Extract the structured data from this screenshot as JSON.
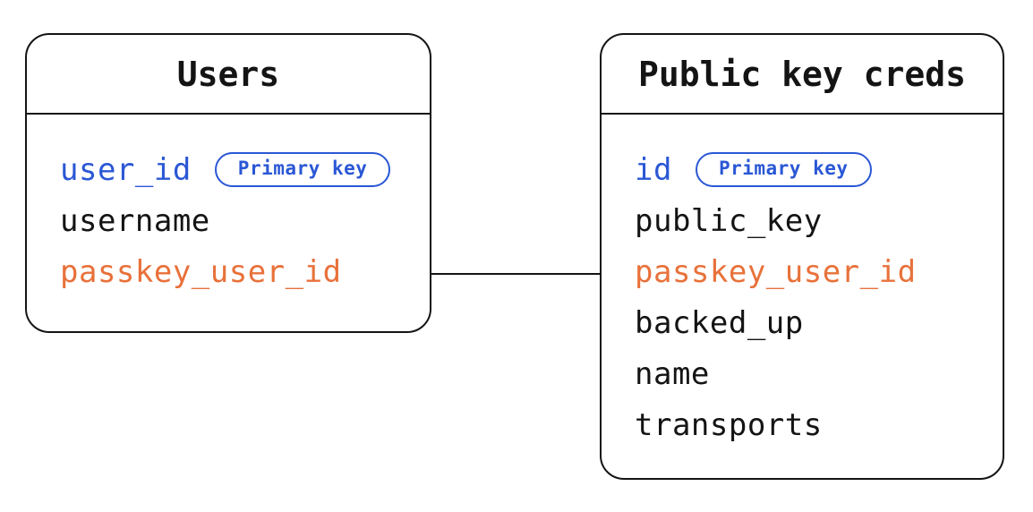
{
  "colors": {
    "blue": "#2a57d5",
    "orange": "#e8713a",
    "line": "#141414",
    "bg": "#ffffff"
  },
  "tables": [
    {
      "title": "Users",
      "fields": [
        {
          "name": "user_id",
          "color": "blue",
          "badge": "Primary key"
        },
        {
          "name": "username",
          "color": "black"
        },
        {
          "name": "passkey_user_id",
          "color": "orange"
        }
      ]
    },
    {
      "title": "Public key creds",
      "fields": [
        {
          "name": "id",
          "color": "blue",
          "badge": "Primary key"
        },
        {
          "name": "public_key",
          "color": "black"
        },
        {
          "name": "passkey_user_id",
          "color": "orange"
        },
        {
          "name": "backed_up",
          "color": "black"
        },
        {
          "name": "name",
          "color": "black"
        },
        {
          "name": "transports",
          "color": "black"
        }
      ]
    }
  ],
  "connector": {
    "from_table": "Users",
    "from_field": "passkey_user_id",
    "to_table": "Public key creds",
    "to_field": "passkey_user_id"
  }
}
